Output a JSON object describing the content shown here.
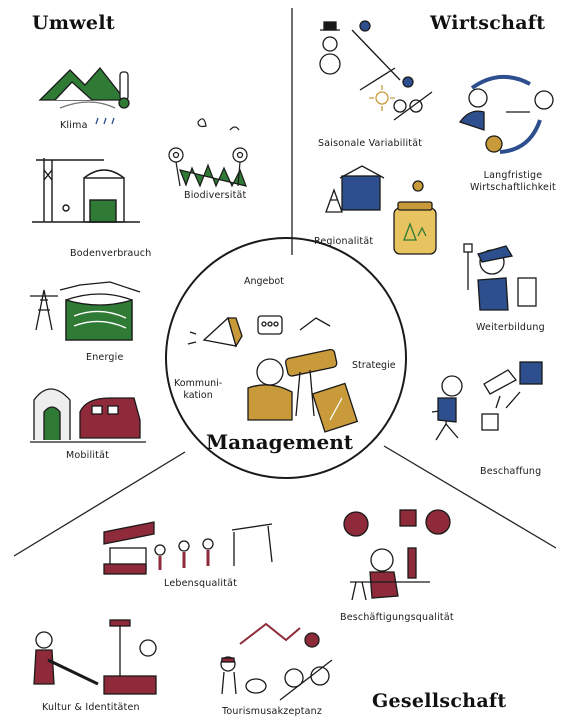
{
  "sections": {
    "environment": "Umwelt",
    "economy": "Wirtschaft",
    "society": "Gesellschaft"
  },
  "center": {
    "title": "Management",
    "offer": "Angebot",
    "strategy": "Strategie",
    "communication": "Kommuni-\nkation"
  },
  "environment_items": {
    "climate": "Klima",
    "biodiversity": "Biodiversität",
    "land_use": "Bodenverbrauch",
    "energy": "Energie",
    "mobility": "Mobilität"
  },
  "economy_items": {
    "seasonality": "Saisonale Variabilität",
    "profitability": "Langfristige\nWirtschaftlichkeit",
    "regionality": "Regionalität",
    "training": "Weiterbildung",
    "procurement": "Beschaffung"
  },
  "society_items": {
    "quality_of_life": "Lebensqualität",
    "employment_quality": "Beschäftigungsqualität",
    "culture": "Kultur & Identitäten",
    "acceptance": "Tourismusakzeptanz"
  },
  "colors": {
    "green": "#2f7a35",
    "red": "#8e2a3a",
    "blue": "#2d4f8e",
    "gold": "#c89a3a",
    "ink": "#1a1a1a"
  }
}
